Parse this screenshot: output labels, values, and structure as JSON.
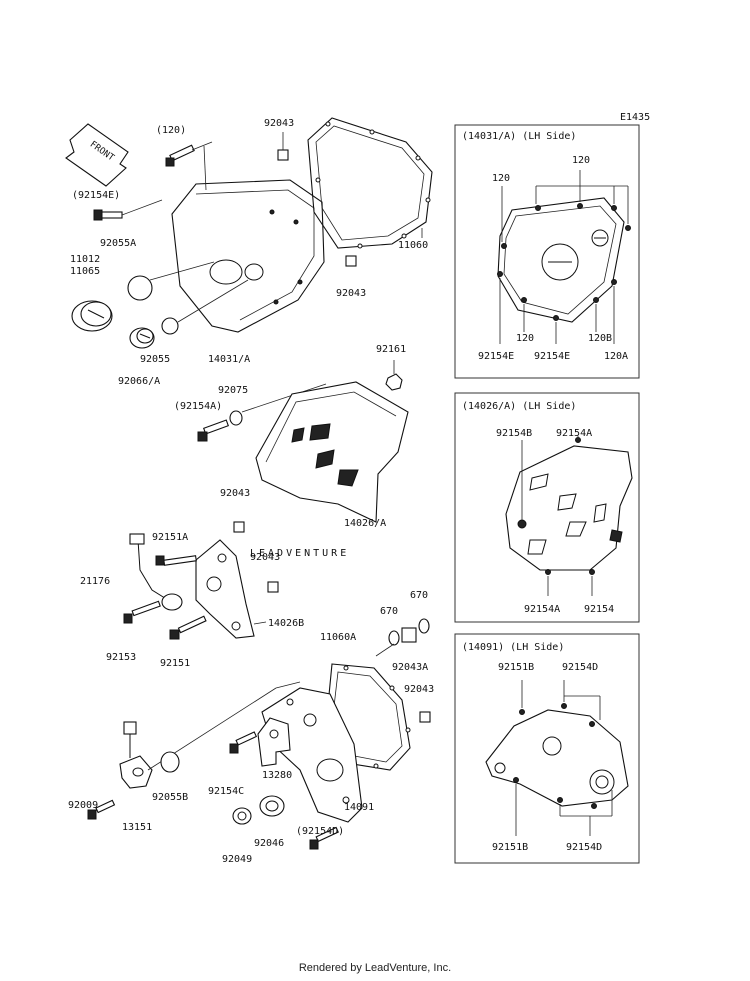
{
  "diagram_code": "E1435",
  "watermark": "LEADVENTURE",
  "footer": "Rendered by LeadVenture, Inc.",
  "arrow_label": "FRONT",
  "main_labels": {
    "p120_top": "(120)",
    "p92154E": "(92154E)",
    "p92055A": "92055A",
    "p11012": "11012",
    "p11065": "11065",
    "p92055": "92055",
    "p92066A": "92066/A",
    "p14031A": "14031/A",
    "p92043_a": "92043",
    "p92043_b": "92043",
    "p11060": "11060",
    "p92161": "92161",
    "p92075": "92075",
    "p92154A_paren": "(92154A)",
    "p14026A": "14026/A",
    "p92043_c": "92043",
    "p92151A": "92151A",
    "p92043_d": "92043",
    "p21176": "21176",
    "p14026B": "14026B",
    "p92153": "92153",
    "p92151": "92151",
    "p670_a": "670",
    "p670_b": "670",
    "p11060A": "11060A",
    "p92043A": "92043A",
    "p92043_e": "92043",
    "p92009": "92009",
    "p92055B": "92055B",
    "p13151": "13151",
    "p92154C": "92154C",
    "p13280": "13280",
    "p14091": "14091",
    "p92154D_paren": "(92154D)",
    "p92046": "92046",
    "p92049": "92049"
  },
  "inset1": {
    "title": "(14031/A) (LH Side)",
    "l120_top": "120",
    "l120_left": "120",
    "l120_bottom": "120",
    "l120B": "120B",
    "l92154E_a": "92154E",
    "l92154E_b": "92154E",
    "l120A": "120A"
  },
  "inset2": {
    "title": "(14026/A) (LH Side)",
    "l92154B": "92154B",
    "l92154A_top": "92154A",
    "l92154A_bottom": "92154A",
    "l92154": "92154"
  },
  "inset3": {
    "title": "(14091) (LH Side)",
    "l92151B_top": "92151B",
    "l92154D_top": "92154D",
    "l92151B_bottom": "92151B",
    "l92154D_bottom": "92154D"
  }
}
